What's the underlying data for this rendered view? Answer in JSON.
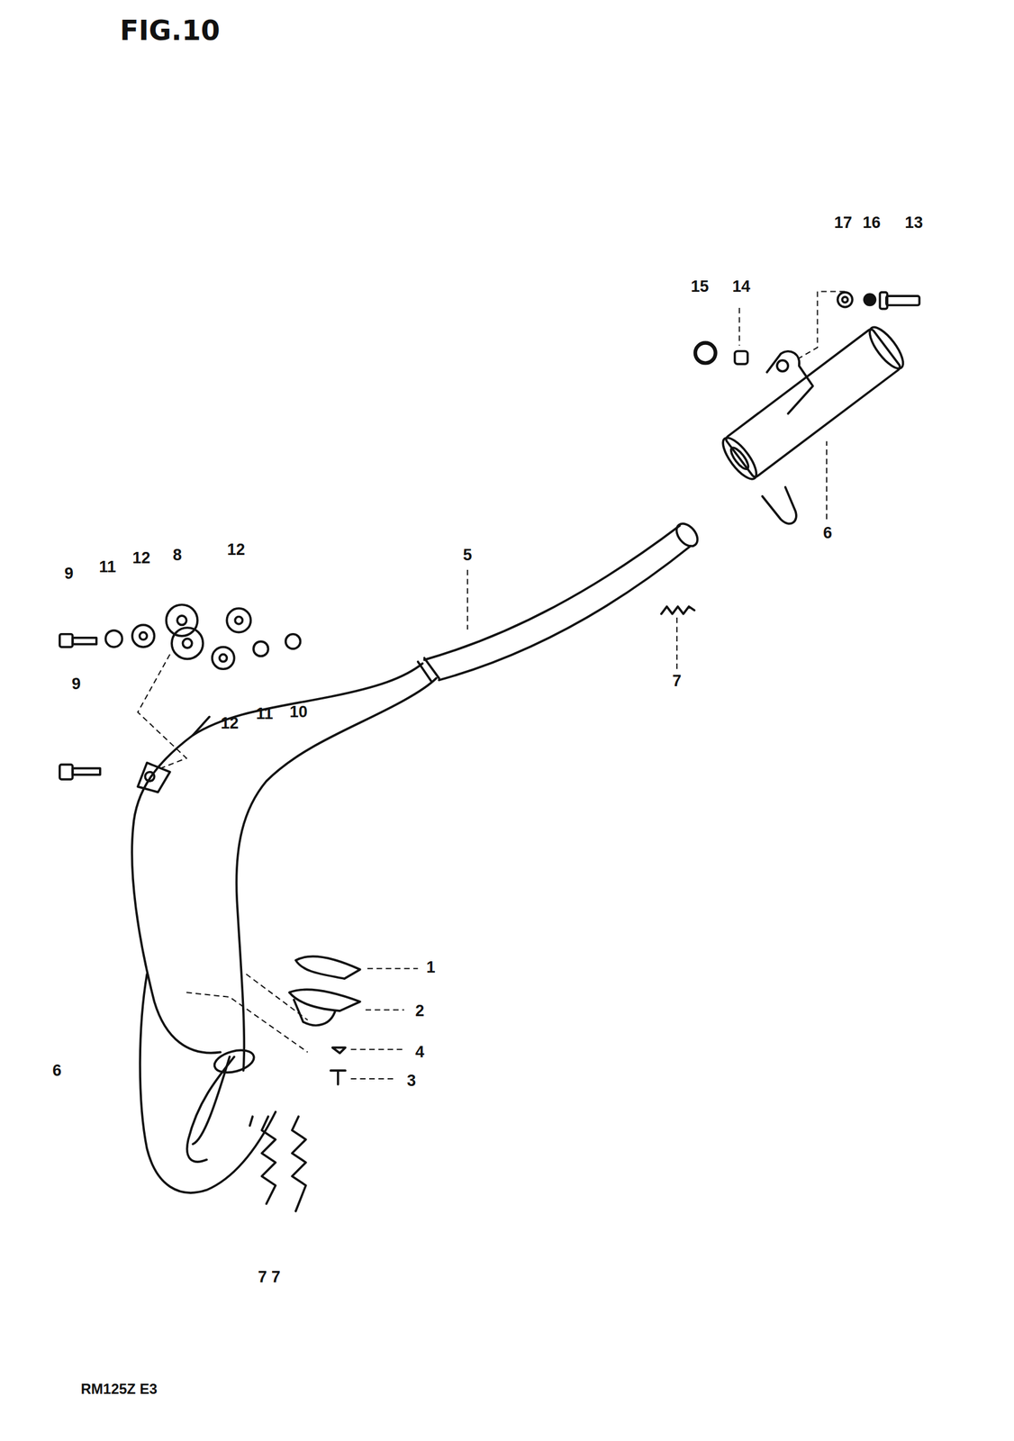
{
  "diagram": {
    "title": "FIG.10",
    "labels": [
      "17",
      "16",
      "13",
      "15",
      "14",
      "6",
      "5",
      "7",
      "9",
      "11",
      "12",
      "8",
      "12",
      "12",
      "11",
      "10",
      "9",
      "1",
      "2",
      "4",
      "3",
      "6",
      "7 7",
      "RM125Z E3"
    ]
  }
}
